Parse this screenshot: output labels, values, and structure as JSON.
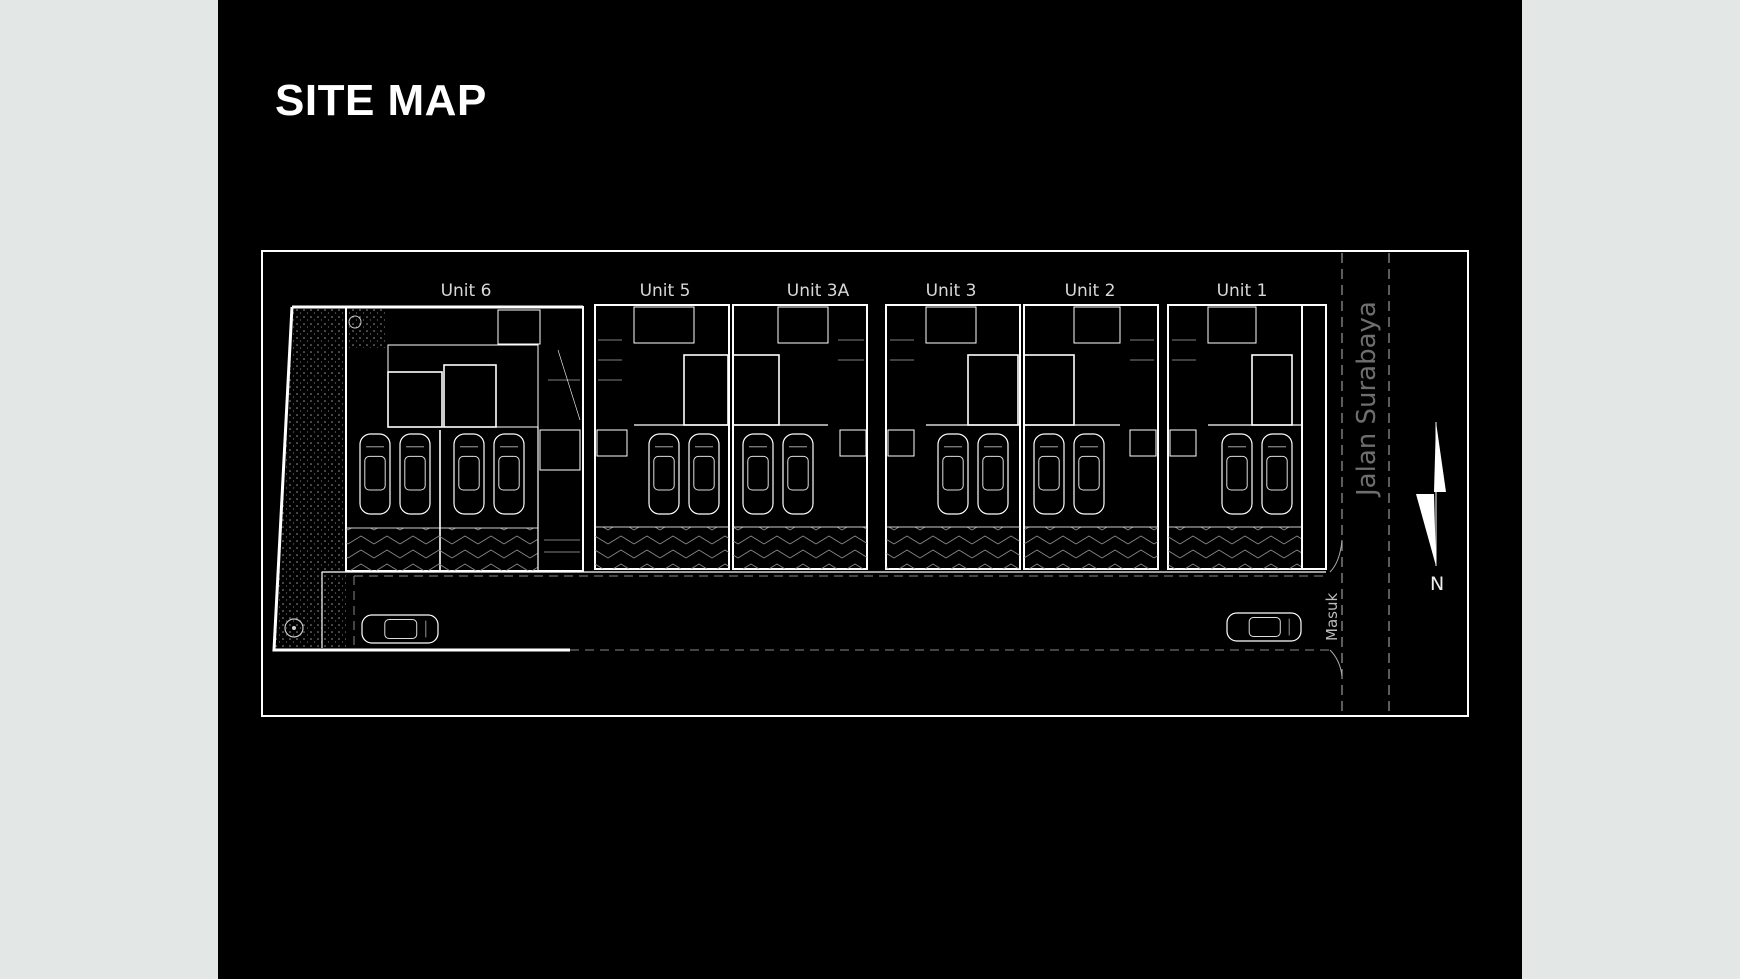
{
  "slide": {
    "title": "SITE MAP"
  },
  "site_map": {
    "units": [
      "Unit 6",
      "Unit 5",
      "Unit 3A",
      "Unit 3",
      "Unit 2",
      "Unit 1"
    ],
    "street_name": "Jalan Surabaya",
    "entrance_label": "Masuk",
    "north_label": "N"
  },
  "colors": {
    "outer_background": "#e3e7e6",
    "slide_background": "#000000",
    "linework": "#ffffff",
    "street_text": "#6e6e6e"
  }
}
